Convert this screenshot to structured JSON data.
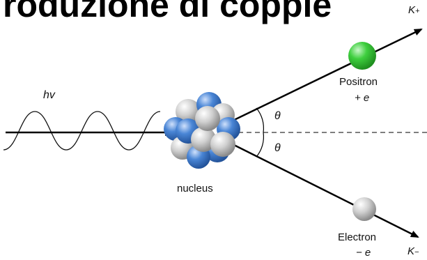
{
  "title": "roduzione di coppie",
  "labels": {
    "photon": "hv",
    "positron_name": "Positron",
    "positron_charge": "+ e",
    "electron_name": "Electron",
    "electron_charge": "− e",
    "nucleus": "nucleus",
    "angle_upper": "θ",
    "angle_lower": "θ",
    "k_plus": "K",
    "k_plus_sub": "+",
    "k_minus": "K",
    "k_minus_sub": "−"
  },
  "colors": {
    "positron": "#3ecf3e",
    "electron": "#c8c8c8",
    "proton": "#4a86d6",
    "neutron": "#cfcfcf",
    "line": "#000000"
  }
}
